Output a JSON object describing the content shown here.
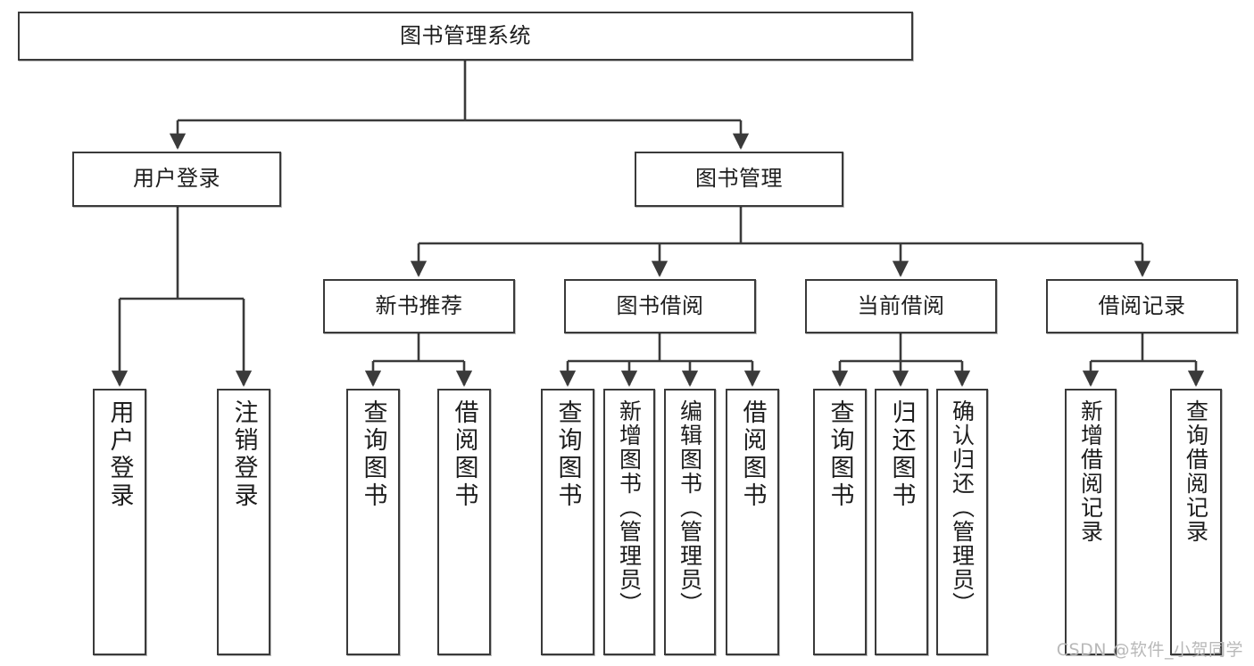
{
  "diagram": {
    "type": "tree",
    "title": "图书管理系统",
    "colors": {
      "box_border": "#3a3a3a",
      "box_fill": "#ffffff",
      "edge": "#3a3a3a",
      "text": "#1d1d1d",
      "watermark": "#b9b9b9"
    },
    "nodes": {
      "root": {
        "label": "图书管理系统"
      },
      "l2": [
        {
          "label": "用户登录"
        },
        {
          "label": "图书管理"
        }
      ],
      "l3": [
        {
          "label": "新书推荐"
        },
        {
          "label": "图书借阅"
        },
        {
          "label": "当前借阅"
        },
        {
          "label": "借阅记录"
        }
      ],
      "leaves": {
        "user_login": [
          {
            "label": "用户登录"
          },
          {
            "label": "注销登录"
          }
        ],
        "new_book": [
          {
            "label": "查询图书"
          },
          {
            "label": "借阅图书"
          }
        ],
        "book_borrow": [
          {
            "label": "查询图书"
          },
          {
            "label": "新增图书（管理员）"
          },
          {
            "label": "编辑图书（管理员）"
          },
          {
            "label": "借阅图书"
          }
        ],
        "current_borrow": [
          {
            "label": "查询图书"
          },
          {
            "label": "归还图书"
          },
          {
            "label": "确认归还（管理员）"
          }
        ],
        "borrow_record": [
          {
            "label": "新增借阅记录"
          },
          {
            "label": "查询借阅记录"
          }
        ]
      }
    },
    "watermark": "CSDN @软件_小贺同学"
  }
}
